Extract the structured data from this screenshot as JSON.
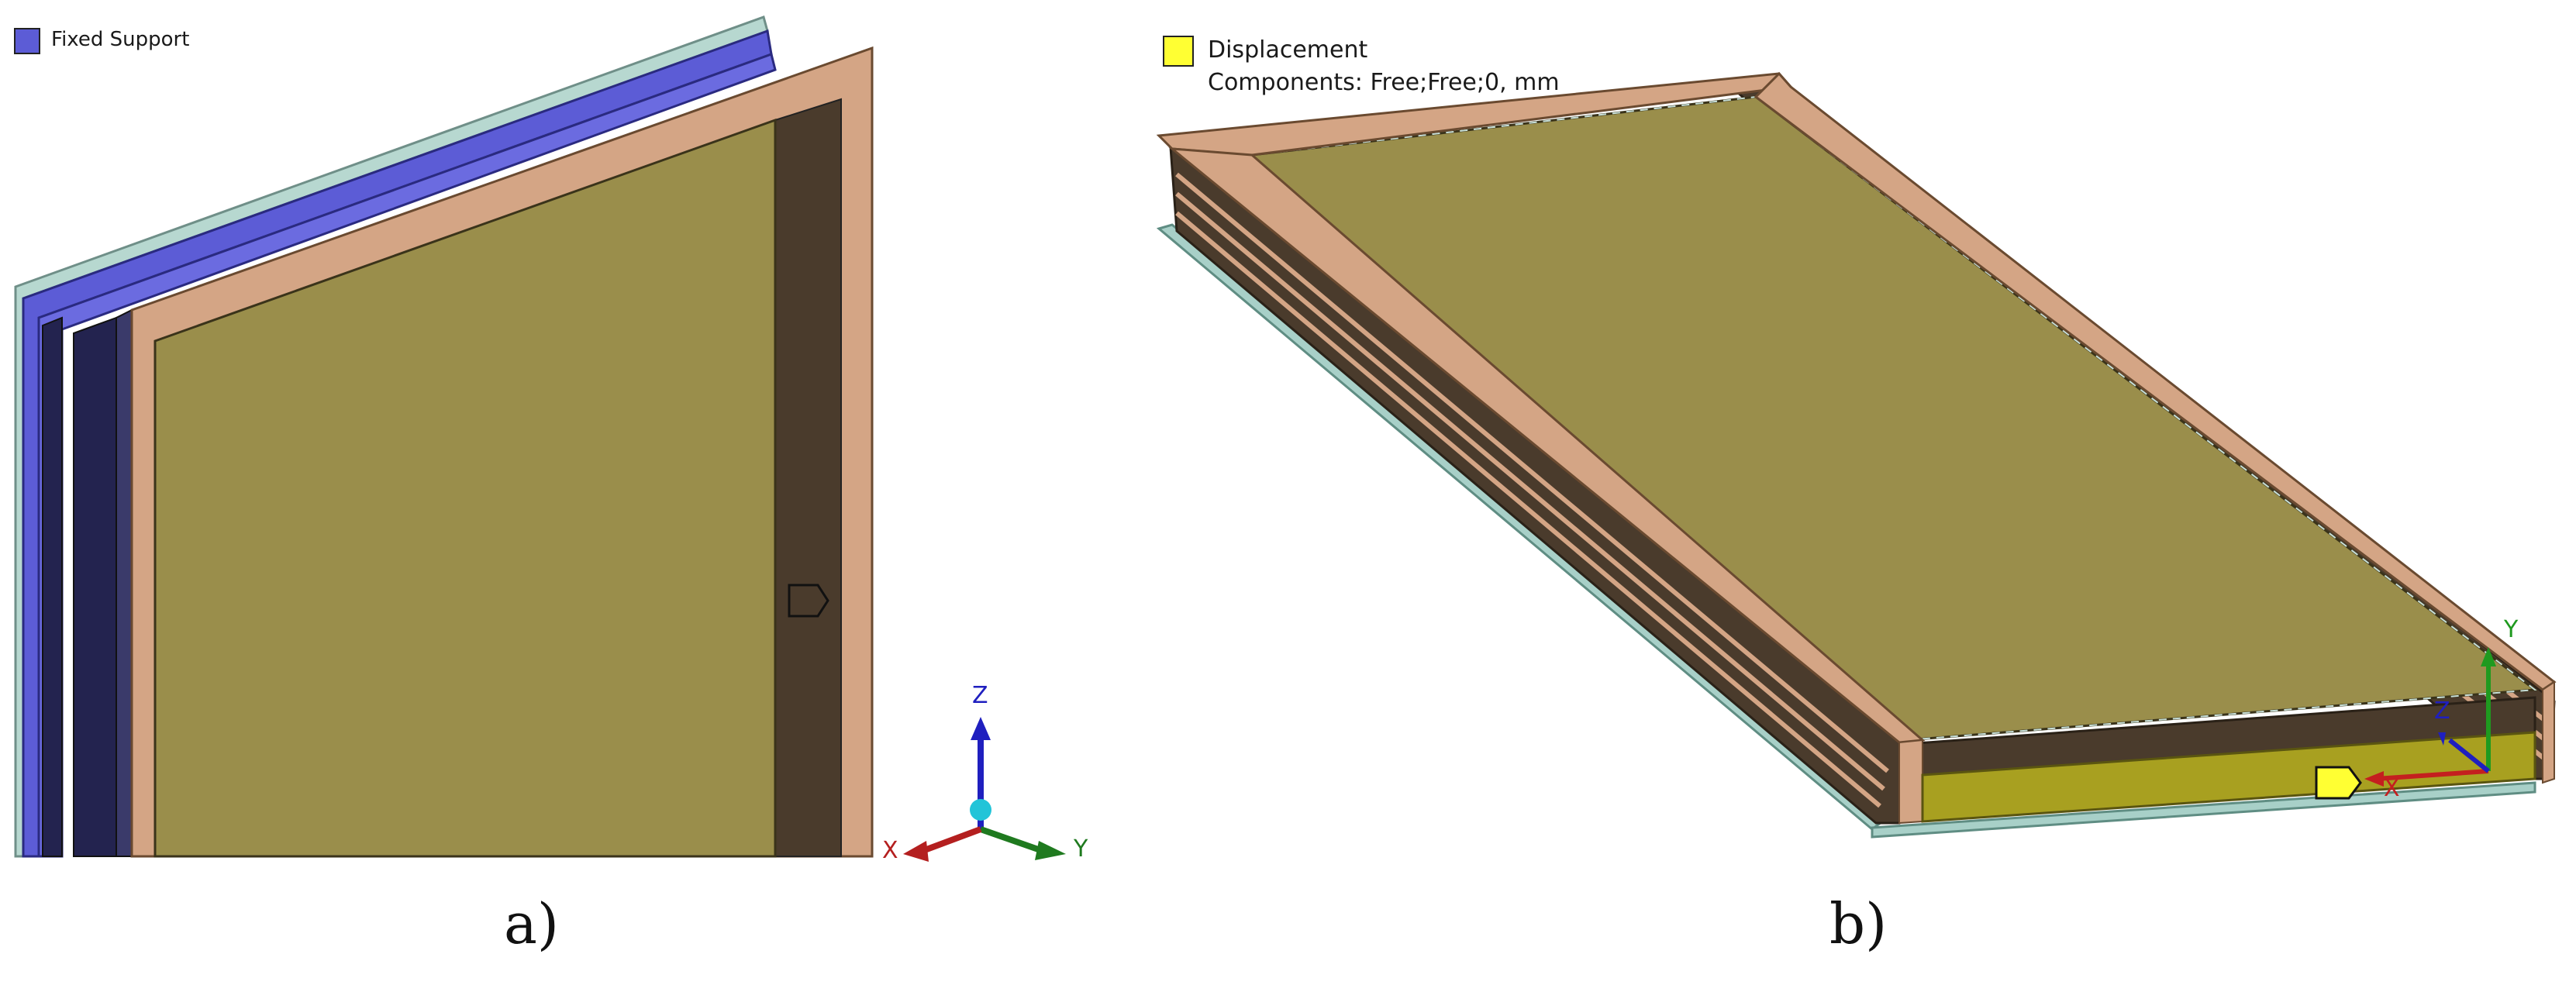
{
  "panels": [
    {
      "id": "a",
      "caption": "a)",
      "legend": {
        "label": "Fixed Support",
        "color": "#5c5cd6"
      },
      "triad": {
        "z": "Z",
        "y": "Y",
        "x": "X"
      }
    },
    {
      "id": "b",
      "caption": "b)",
      "legend": {
        "label": "Displacement",
        "detail": "Components: Free;Free;0, mm",
        "color": "#ffff33"
      },
      "triad": {
        "z": "Z",
        "y": "Y",
        "x": "X"
      }
    }
  ],
  "colors": {
    "plate_face": "#9a8e4b",
    "frame": "#d4a585",
    "dark_edge": "#4a3b2c",
    "fixed_support": "#5c5cd6",
    "displacement": "#ffff33",
    "edge_line": "#a8d0c8"
  }
}
